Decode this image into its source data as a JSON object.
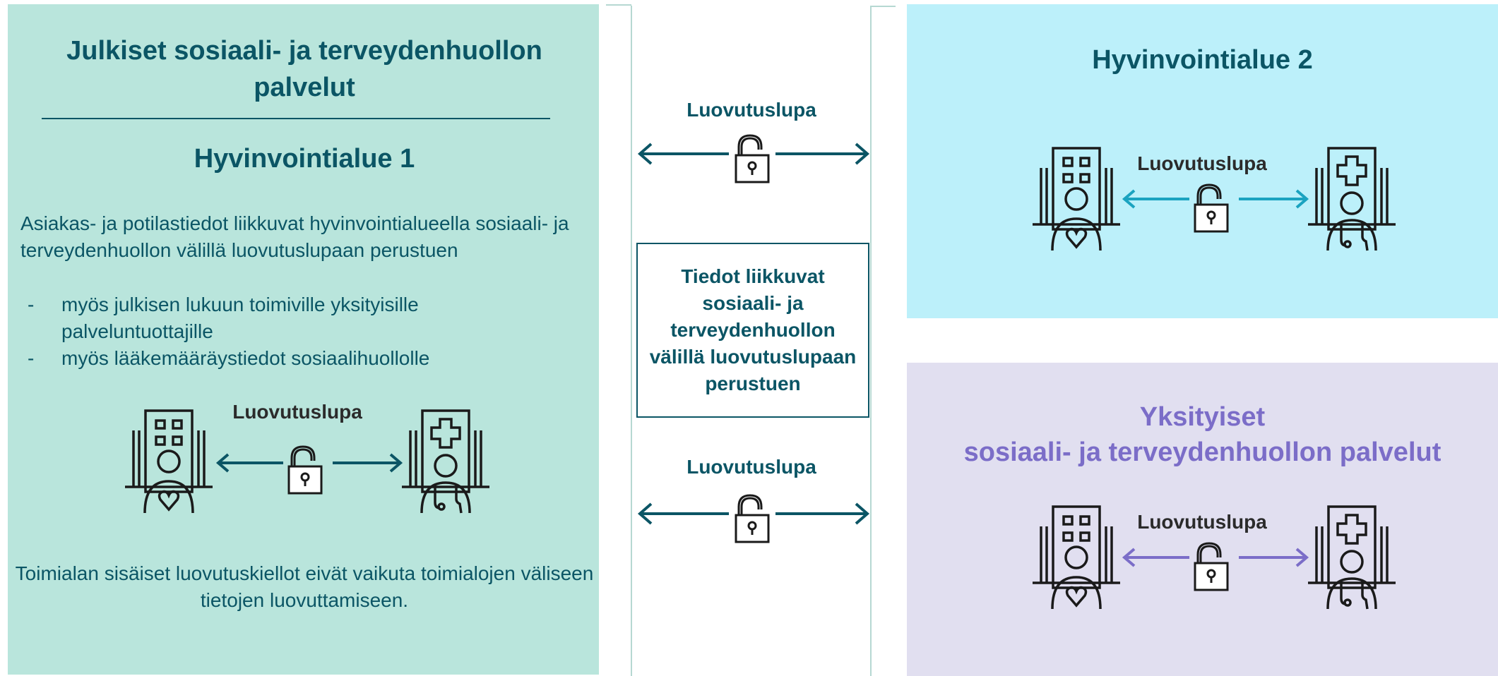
{
  "colors": {
    "left_panel_bg": "#b9e5dc",
    "hva2_panel_bg": "#bcf0fa",
    "private_panel_bg": "#e1dff0",
    "teal_text": "#0b5565",
    "hva2_arrow": "#1aa3c0",
    "private_text": "#7b6dc8"
  },
  "left_panel": {
    "title": "Julkiset sosiaali- ja terveydenhuollon palvelut",
    "subtitle": "Hyvinvointialue 1",
    "description": "Asiakas- ja potilastiedot liikkuvat hyvinvointialueella sosiaali- ja terveydenhuollon välillä luovutuslupaan perustuen",
    "bullets": [
      {
        "dash": "-",
        "text": "myös julkisen lukuun toimiville yksityisille palveluntuottajille"
      },
      {
        "dash": "-",
        "text": "myös lääkemääräystiedot sosiaalihuollolle"
      }
    ],
    "flow_label": "Luovutuslupa",
    "footer": "Toimialan sisäiset luovutuskiellot eivät vaikuta toimialojen väliseen tietojen luovuttamiseen."
  },
  "middle": {
    "top_label": "Luovutuslupa",
    "box_text": "Tiedot liikkuvat sosiaali- ja terveydenhuollon välillä luovutuslupaan perustuen",
    "bottom_label": "Luovutuslupa"
  },
  "hva2_panel": {
    "title": "Hyvinvointialue 2",
    "flow_label": "Luovutuslupa"
  },
  "private_panel": {
    "title_line1": "Yksityiset",
    "title_line2": "sosiaali- ja terveydenhuollon palvelut",
    "flow_label": "Luovutuslupa"
  },
  "icons": [
    "social-care-building-icon",
    "health-care-building-icon",
    "unlocked-padlock-icon",
    "double-arrow-icon"
  ]
}
